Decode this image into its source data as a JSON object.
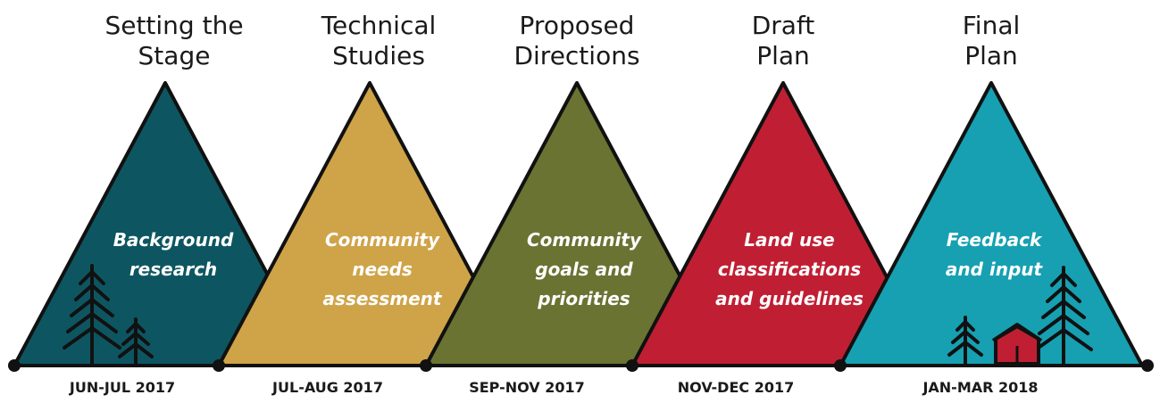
{
  "phases": [
    {
      "title_lines": [
        "Setting the",
        "Stage"
      ],
      "desc_lines": [
        "Background",
        "research"
      ],
      "date": "JUN-JUL 2017",
      "color": "#0d5661"
    },
    {
      "title_lines": [
        "Technical",
        "Studies"
      ],
      "desc_lines": [
        "Community",
        "needs",
        "assessment"
      ],
      "date": "JUL-AUG 2017",
      "color": "#cfa348"
    },
    {
      "title_lines": [
        "Proposed",
        "Directions"
      ],
      "desc_lines": [
        "Community",
        "goals and",
        "priorities"
      ],
      "date": "SEP-NOV 2017",
      "color": "#6a7332"
    },
    {
      "title_lines": [
        "Draft",
        "Plan"
      ],
      "desc_lines": [
        "Land use",
        "classifications",
        "and guidelines"
      ],
      "date": "NOV-DEC 2017",
      "color": "#c01f33"
    },
    {
      "title_lines": [
        "Final",
        "Plan"
      ],
      "desc_lines": [
        "Feedback",
        "and input"
      ],
      "date": "JAN-MAR 2018",
      "color": "#16a0b2"
    }
  ],
  "colors": {
    "outline": "#111111",
    "house": "#c01f33"
  }
}
